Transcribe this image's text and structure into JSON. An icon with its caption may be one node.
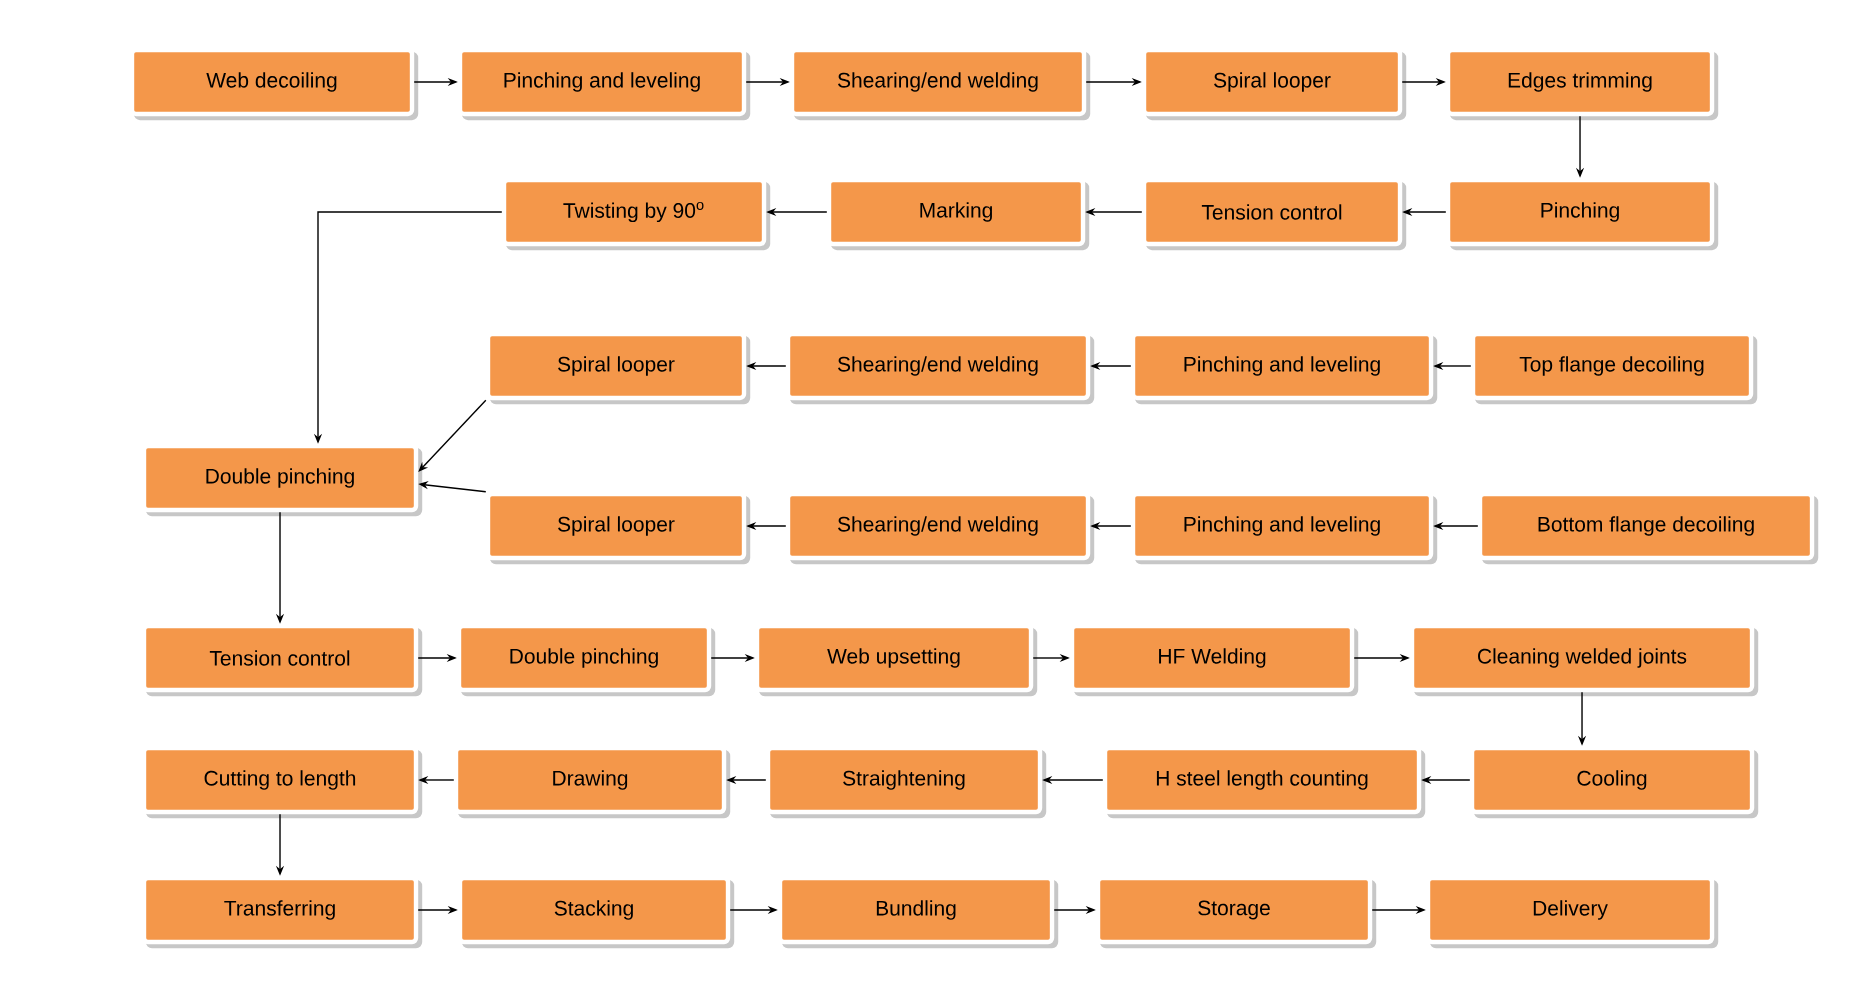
{
  "diagram": {
    "nodes": [
      {
        "text": [
          "Web decoiling"
        ]
      },
      {
        "text": [
          "Pinching and leveling"
        ]
      },
      {
        "text": [
          "Shearing/end welding"
        ]
      },
      {
        "text": [
          "Spiral looper"
        ]
      },
      {
        "text": [
          "Edges trimming"
        ]
      },
      {
        "text": [
          "Pinching"
        ]
      },
      {
        "text": [
          "Tension control"
        ]
      },
      {
        "text": [
          "Marking"
        ]
      },
      {
        "text": [
          "Twisting by 90$^{o}$"
        ]
      },
      {
        "text": [
          "Spiral looper"
        ]
      },
      {
        "text": [
          "Shearing/end welding"
        ]
      },
      {
        "text": [
          "Pinching and leveling"
        ]
      },
      {
        "text": [
          "Top flange decoiling"
        ]
      },
      {
        "text": [
          "Double pinching"
        ]
      },
      {
        "text": [
          "Spiral looper"
        ]
      },
      {
        "text": [
          "Shearing/end welding"
        ]
      },
      {
        "text": [
          "Pinching and leveling"
        ]
      },
      {
        "text": [
          "Bottom flange decoiling"
        ]
      },
      {
        "text": [
          "Tension control"
        ]
      },
      {
        "text": [
          "Double pinching"
        ]
      },
      {
        "text": [
          "Web upsetting"
        ]
      },
      {
        "text": [
          "HF Welding"
        ]
      },
      {
        "text": [
          "Cleaning welded joints"
        ]
      },
      {
        "text": [
          "Cutting to length"
        ]
      },
      {
        "text": [
          "Drawing"
        ]
      },
      {
        "text": [
          "Straightening"
        ]
      },
      {
        "text": [
          "H steel length counting"
        ]
      },
      {
        "text": [
          "Cooling"
        ]
      },
      {
        "text": [
          "Transferring"
        ]
      },
      {
        "text": [
          "Stacking"
        ]
      },
      {
        "text": [
          "Bundling"
        ]
      },
      {
        "text": [
          "Storage"
        ]
      },
      {
        "text": [
          "Delivery"
        ]
      }
    ],
    "edges": [
      {
        "from": 0,
        "to": 1,
        "arrow": "to"
      },
      {
        "from": 1,
        "to": 2,
        "arrow": "to"
      },
      {
        "from": 2,
        "to": 3,
        "arrow": "to"
      },
      {
        "from": 3,
        "to": 4,
        "arrow": "to"
      },
      {
        "from": 4,
        "to": 5,
        "arrow": "to"
      },
      {
        "from": 5,
        "to": 6,
        "arrow": "to"
      },
      {
        "from": 6,
        "to": 7,
        "arrow": "to"
      },
      {
        "from": 7,
        "to": 8,
        "arrow": "to"
      },
      {
        "from": 8,
        "to": 13,
        "arrow": "to"
      },
      {
        "from": 12,
        "to": 11,
        "arrow": "to"
      },
      {
        "from": 11,
        "to": 10,
        "arrow": "to"
      },
      {
        "from": 10,
        "to": 9,
        "arrow": "to"
      },
      {
        "from": 9,
        "to": 13,
        "arrow": "to"
      },
      {
        "from": 17,
        "to": 16,
        "arrow": "to"
      },
      {
        "from": 16,
        "to": 15,
        "arrow": "to"
      },
      {
        "from": 15,
        "to": 14,
        "arrow": "to"
      },
      {
        "from": 14,
        "to": 13,
        "arrow": "to"
      },
      {
        "from": 13,
        "to": 18,
        "arrow": "to"
      },
      {
        "from": 18,
        "to": 19,
        "arrow": "to"
      },
      {
        "from": 19,
        "to": 20,
        "arrow": "to"
      },
      {
        "from": 20,
        "to": 21,
        "arrow": "to"
      },
      {
        "from": 21,
        "to": 22,
        "arrow": "to"
      },
      {
        "from": 22,
        "to": 27,
        "arrow": "to"
      },
      {
        "from": 27,
        "to": 26,
        "arrow": "to"
      },
      {
        "from": 26,
        "to": 25,
        "arrow": "to"
      },
      {
        "from": 25,
        "to": 24,
        "arrow": "to"
      },
      {
        "from": 24,
        "to": 23,
        "arrow": "to"
      },
      {
        "from": 23,
        "to": 28,
        "arrow": "to"
      },
      {
        "from": 28,
        "to": 29,
        "arrow": "to"
      },
      {
        "from": 29,
        "to": 30,
        "arrow": "to"
      },
      {
        "from": 30,
        "to": 31,
        "arrow": "to"
      },
      {
        "from": 31,
        "to": 32,
        "arrow": "to"
      }
    ]
  }
}
